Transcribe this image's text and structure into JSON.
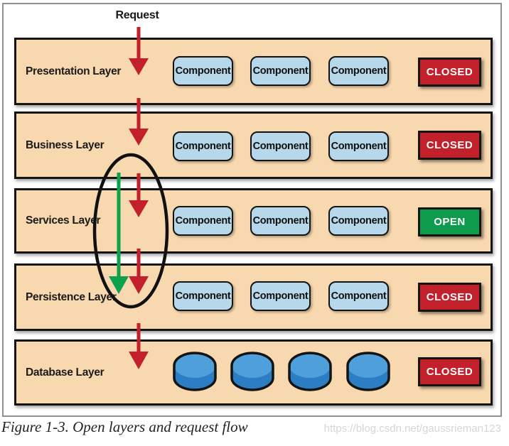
{
  "figure": {
    "request_label": "Request",
    "layers": [
      {
        "label": "Presentation Layer",
        "components": [
          "Component",
          "Component",
          "Component"
        ],
        "status": "CLOSED"
      },
      {
        "label": "Business Layer",
        "components": [
          "Component",
          "Component",
          "Component"
        ],
        "status": "CLOSED"
      },
      {
        "label": "Services Layer",
        "components": [
          "Component",
          "Component",
          "Component"
        ],
        "status": "OPEN"
      },
      {
        "label": "Persistence Layer",
        "components": [
          "Component",
          "Component",
          "Component"
        ],
        "status": "CLOSED"
      },
      {
        "label": "Database Layer",
        "databases": 4,
        "status": "CLOSED"
      }
    ]
  },
  "caption": {
    "text": "Figure 1-3. Open layers and request flow"
  },
  "watermark": {
    "text": "https://blog.csdn.net/gaussrieman123"
  },
  "colors": {
    "band": "#F8D8AE",
    "component": "#B6D8EA",
    "red": "#C2202A",
    "green": "#0FA04E",
    "badge_green": "#0F9B4C",
    "cylinder_top": "#4FA0DA",
    "cylinder_body": "#2B7EC3",
    "outline": "#141414",
    "frame": "#909090",
    "watermark": "#D6D6D6"
  }
}
